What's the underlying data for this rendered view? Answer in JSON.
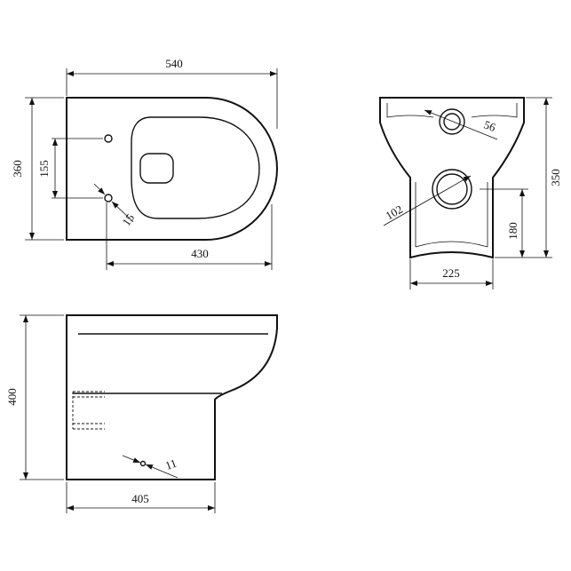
{
  "views": {
    "top": {
      "overall_length": "540",
      "overall_width": "360",
      "hole_spacing": "155",
      "hole_diameter": "15",
      "rear_to_front": "430"
    },
    "rear": {
      "inlet_diameter": "56",
      "outlet_diameter": "102",
      "outlet_height": "180",
      "total_height": "350",
      "outlet_width": "225"
    },
    "side": {
      "height": "400",
      "depth": "405",
      "fixing_hole": "11"
    }
  },
  "colors": {
    "line": "#111111",
    "background": "#ffffff"
  }
}
